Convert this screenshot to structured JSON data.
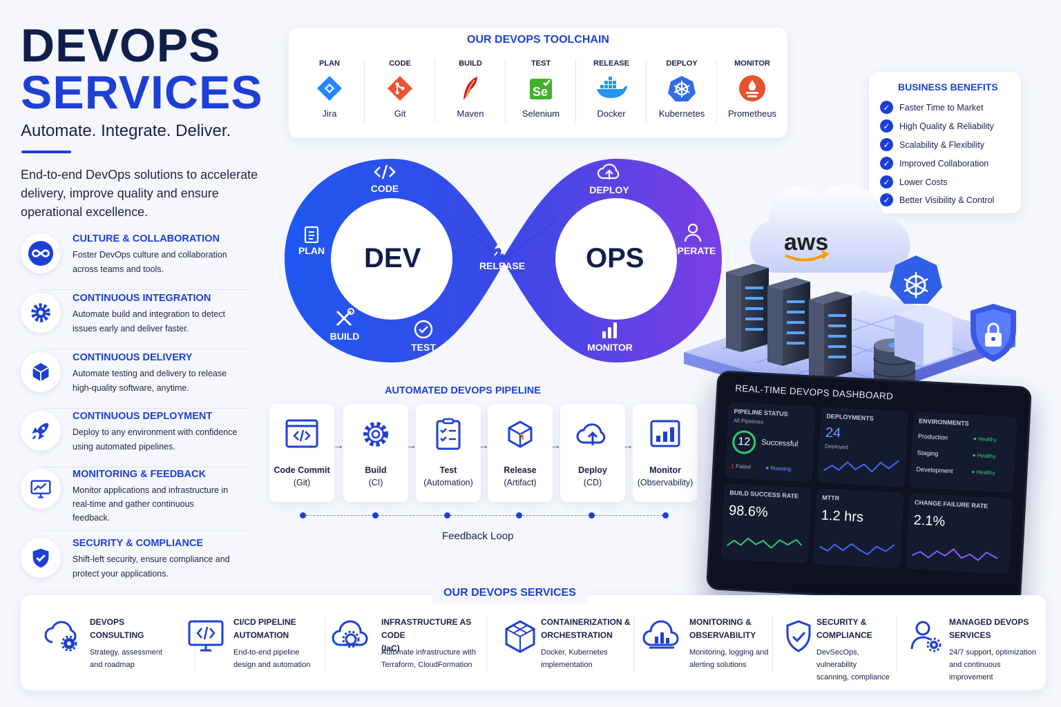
{
  "hero": {
    "line1": "DEVOPS",
    "line2": "SERVICES",
    "tagline": "Automate. Integrate. Deliver.",
    "intro": "End-to-end DevOps solutions to accelerate delivery, improve quality and ensure operational excellence."
  },
  "features": [
    {
      "title": "CULTURE & COLLABORATION",
      "desc": "Foster DevOps culture and collaboration across teams and tools.",
      "icon": "infinity-icon"
    },
    {
      "title": "CONTINUOUS INTEGRATION",
      "desc": "Automate build and integration to detect issues early and deliver faster.",
      "icon": "gear-icon"
    },
    {
      "title": "CONTINUOUS DELIVERY",
      "desc": "Automate testing and delivery to release high-quality software, anytime.",
      "icon": "cube-icon"
    },
    {
      "title": "CONTINUOUS DEPLOYMENT",
      "desc": "Deploy to any environment with confidence using automated pipelines.",
      "icon": "rocket-icon"
    },
    {
      "title": "MONITORING & FEEDBACK",
      "desc": "Monitor applications and infrastructure in real-time and gather continuous feedback.",
      "icon": "monitor-chart-icon"
    },
    {
      "title": "SECURITY & COMPLIANCE",
      "desc": "Shift-left security, ensure compliance and protect your applications.",
      "icon": "shield-check-icon"
    }
  ],
  "toolchain": {
    "title": "OUR DEVOPS TOOLCHAIN",
    "tools": [
      {
        "stage": "PLAN",
        "name": "Jira",
        "icon": "jira-logo",
        "color": "#2684ff"
      },
      {
        "stage": "CODE",
        "name": "Git",
        "icon": "git-logo",
        "color": "#f05133"
      },
      {
        "stage": "BUILD",
        "name": "Maven",
        "icon": "maven-feather-logo",
        "color": "#c71a36"
      },
      {
        "stage": "TEST",
        "name": "Selenium",
        "icon": "selenium-logo",
        "color": "#43b02a"
      },
      {
        "stage": "RELEASE",
        "name": "Docker",
        "icon": "docker-logo",
        "color": "#2496ed"
      },
      {
        "stage": "DEPLOY",
        "name": "Kubernetes",
        "icon": "kubernetes-logo",
        "color": "#326ce5"
      },
      {
        "stage": "MONITOR",
        "name": "Prometheus",
        "icon": "prometheus-logo",
        "color": "#e6522c"
      }
    ]
  },
  "benefits": {
    "title": "BUSINESS BENEFITS",
    "items": [
      "Faster Time to Market",
      "High Quality & Reliability",
      "Scalability & Flexibility",
      "Improved Collaboration",
      "Lower Costs",
      "Better Visibility & Control"
    ]
  },
  "loop": {
    "dev": "DEV",
    "ops": "OPS",
    "stages": [
      "PLAN",
      "CODE",
      "BUILD",
      "TEST",
      "RELEASE",
      "DEPLOY",
      "OPERATE",
      "MONITOR"
    ]
  },
  "pipeline": {
    "title": "AUTOMATED DEVOPS PIPELINE",
    "stages": [
      {
        "name": "Code Commit",
        "sub": "(Git)",
        "icon": "code-window-icon"
      },
      {
        "name": "Build",
        "sub": "(CI)",
        "icon": "gear-icon"
      },
      {
        "name": "Test",
        "sub": "(Automation)",
        "icon": "clipboard-check-icon"
      },
      {
        "name": "Release",
        "sub": "(Artifact)",
        "icon": "package-icon"
      },
      {
        "name": "Deploy",
        "sub": "(CD)",
        "icon": "cloud-upload-icon"
      },
      {
        "name": "Monitor",
        "sub": "(Observability)",
        "icon": "bar-chart-icon"
      }
    ],
    "feedback": "Feedback Loop"
  },
  "cloud": {
    "brand": "aws"
  },
  "dashboard": {
    "title": "REAL-TIME DEVOPS DASHBOARD",
    "pipeline_status": {
      "label": "PIPELINE STATUS",
      "sub": "All Pipelines",
      "count": "12",
      "state": "Successful",
      "failed_count": "1",
      "failed": "Failed",
      "running": "Running"
    },
    "deployments": {
      "label": "DEPLOYMENTS",
      "value": "24",
      "sub": "Deployed"
    },
    "environments": {
      "label": "ENVIRONMENTS",
      "items": [
        {
          "name": "Production",
          "status": "Healthy"
        },
        {
          "name": "Staging",
          "status": "Healthy"
        },
        {
          "name": "Development",
          "status": "Healthy"
        }
      ]
    },
    "build_success": {
      "label": "BUILD SUCCESS RATE",
      "value": "98.6%"
    },
    "mttr": {
      "label": "MTTR",
      "value": "1.2 hrs"
    },
    "change_failure": {
      "label": "CHANGE FAILURE RATE",
      "value": "2.1%"
    },
    "colors": {
      "success": "#2ecc71",
      "accent": "#3a6bff",
      "purple": "#8a5cf6"
    }
  },
  "services": {
    "title": "OUR DEVOPS SERVICES",
    "items": [
      {
        "title1": "DEVOPS",
        "title2": "CONSULTING",
        "desc1": "Strategy, assessment",
        "desc2": "and roadmap",
        "icon": "cloud-gear-icon"
      },
      {
        "title1": "CI/CD PIPELINE",
        "title2": "AUTOMATION",
        "desc1": "End-to-end pipeline",
        "desc2": "design and automation",
        "icon": "code-monitor-icon"
      },
      {
        "title1": "INFRASTRUCTURE AS CODE",
        "title2": "(IaC)",
        "desc1": "Automate infrastructure with",
        "desc2": "Terraform, CloudFormation",
        "icon": "cloud-gear-icon"
      },
      {
        "title1": "CONTAINERIZATION &",
        "title2": "ORCHESTRATION",
        "desc1": "Docker, Kubernetes",
        "desc2": "implementation",
        "icon": "container-cube-icon"
      },
      {
        "title1": "MONITORING &",
        "title2": "OBSERVABILITY",
        "desc1": "Monitoring, logging and",
        "desc2": "alerting solutions",
        "icon": "cloud-chart-icon"
      },
      {
        "title1": "SECURITY &",
        "title2": "COMPLIANCE",
        "desc1": "DevSecOps, vulnerability",
        "desc2": "scanning, compliance",
        "icon": "shield-check-icon"
      },
      {
        "title1": "MANAGED DEVOPS",
        "title2": "SERVICES",
        "desc1": "24/7 support, optimization",
        "desc2": "and continuous improvement",
        "icon": "user-gear-icon"
      }
    ]
  },
  "theme": {
    "primary": "#1d3fd6",
    "dark": "#0f1f4a",
    "purple": "#7b3fe4"
  }
}
